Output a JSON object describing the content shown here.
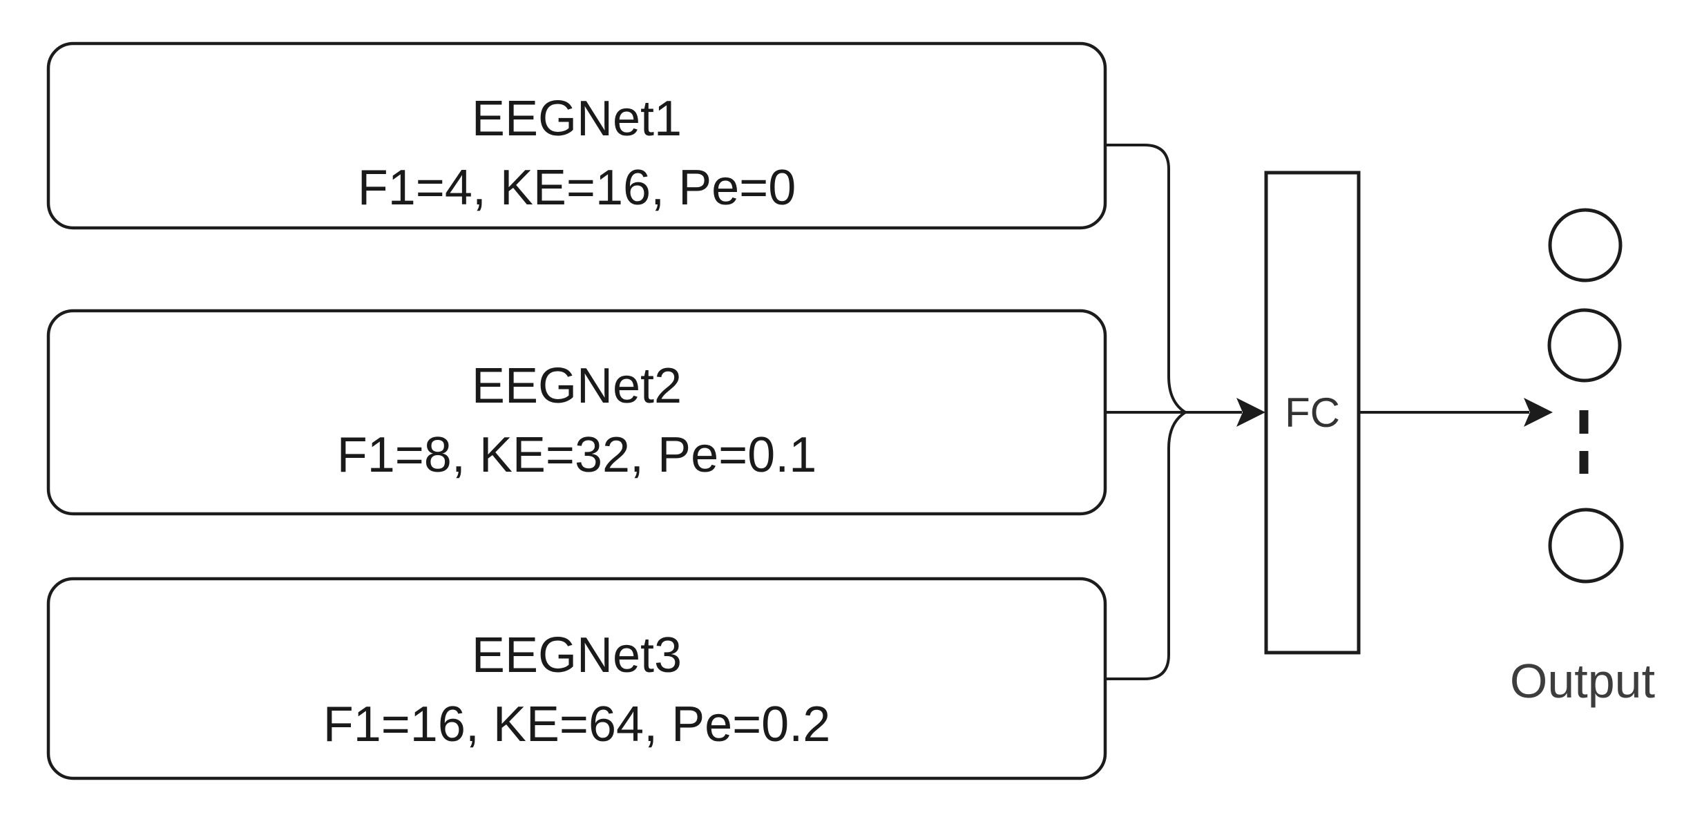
{
  "diagram": {
    "type": "ensemble-architecture",
    "branches": [
      {
        "title": "EEGNet1",
        "params": "F1=4, KE=16, Pe=0"
      },
      {
        "title": "EEGNet2",
        "params": "F1=8, KE=32, Pe=0.1"
      },
      {
        "title": "EEGNet3",
        "params": "F1=16, KE=64, Pe=0.2"
      }
    ],
    "merge_layer": {
      "label": "FC"
    },
    "output": {
      "label": "Output",
      "visible_nodes": 3
    },
    "colors": {
      "stroke": "#1c1c1c",
      "box_text": "#1a1a1a",
      "fc_text": "#333333",
      "output_text": "#3d3d3d",
      "background": "#ffffff"
    }
  }
}
